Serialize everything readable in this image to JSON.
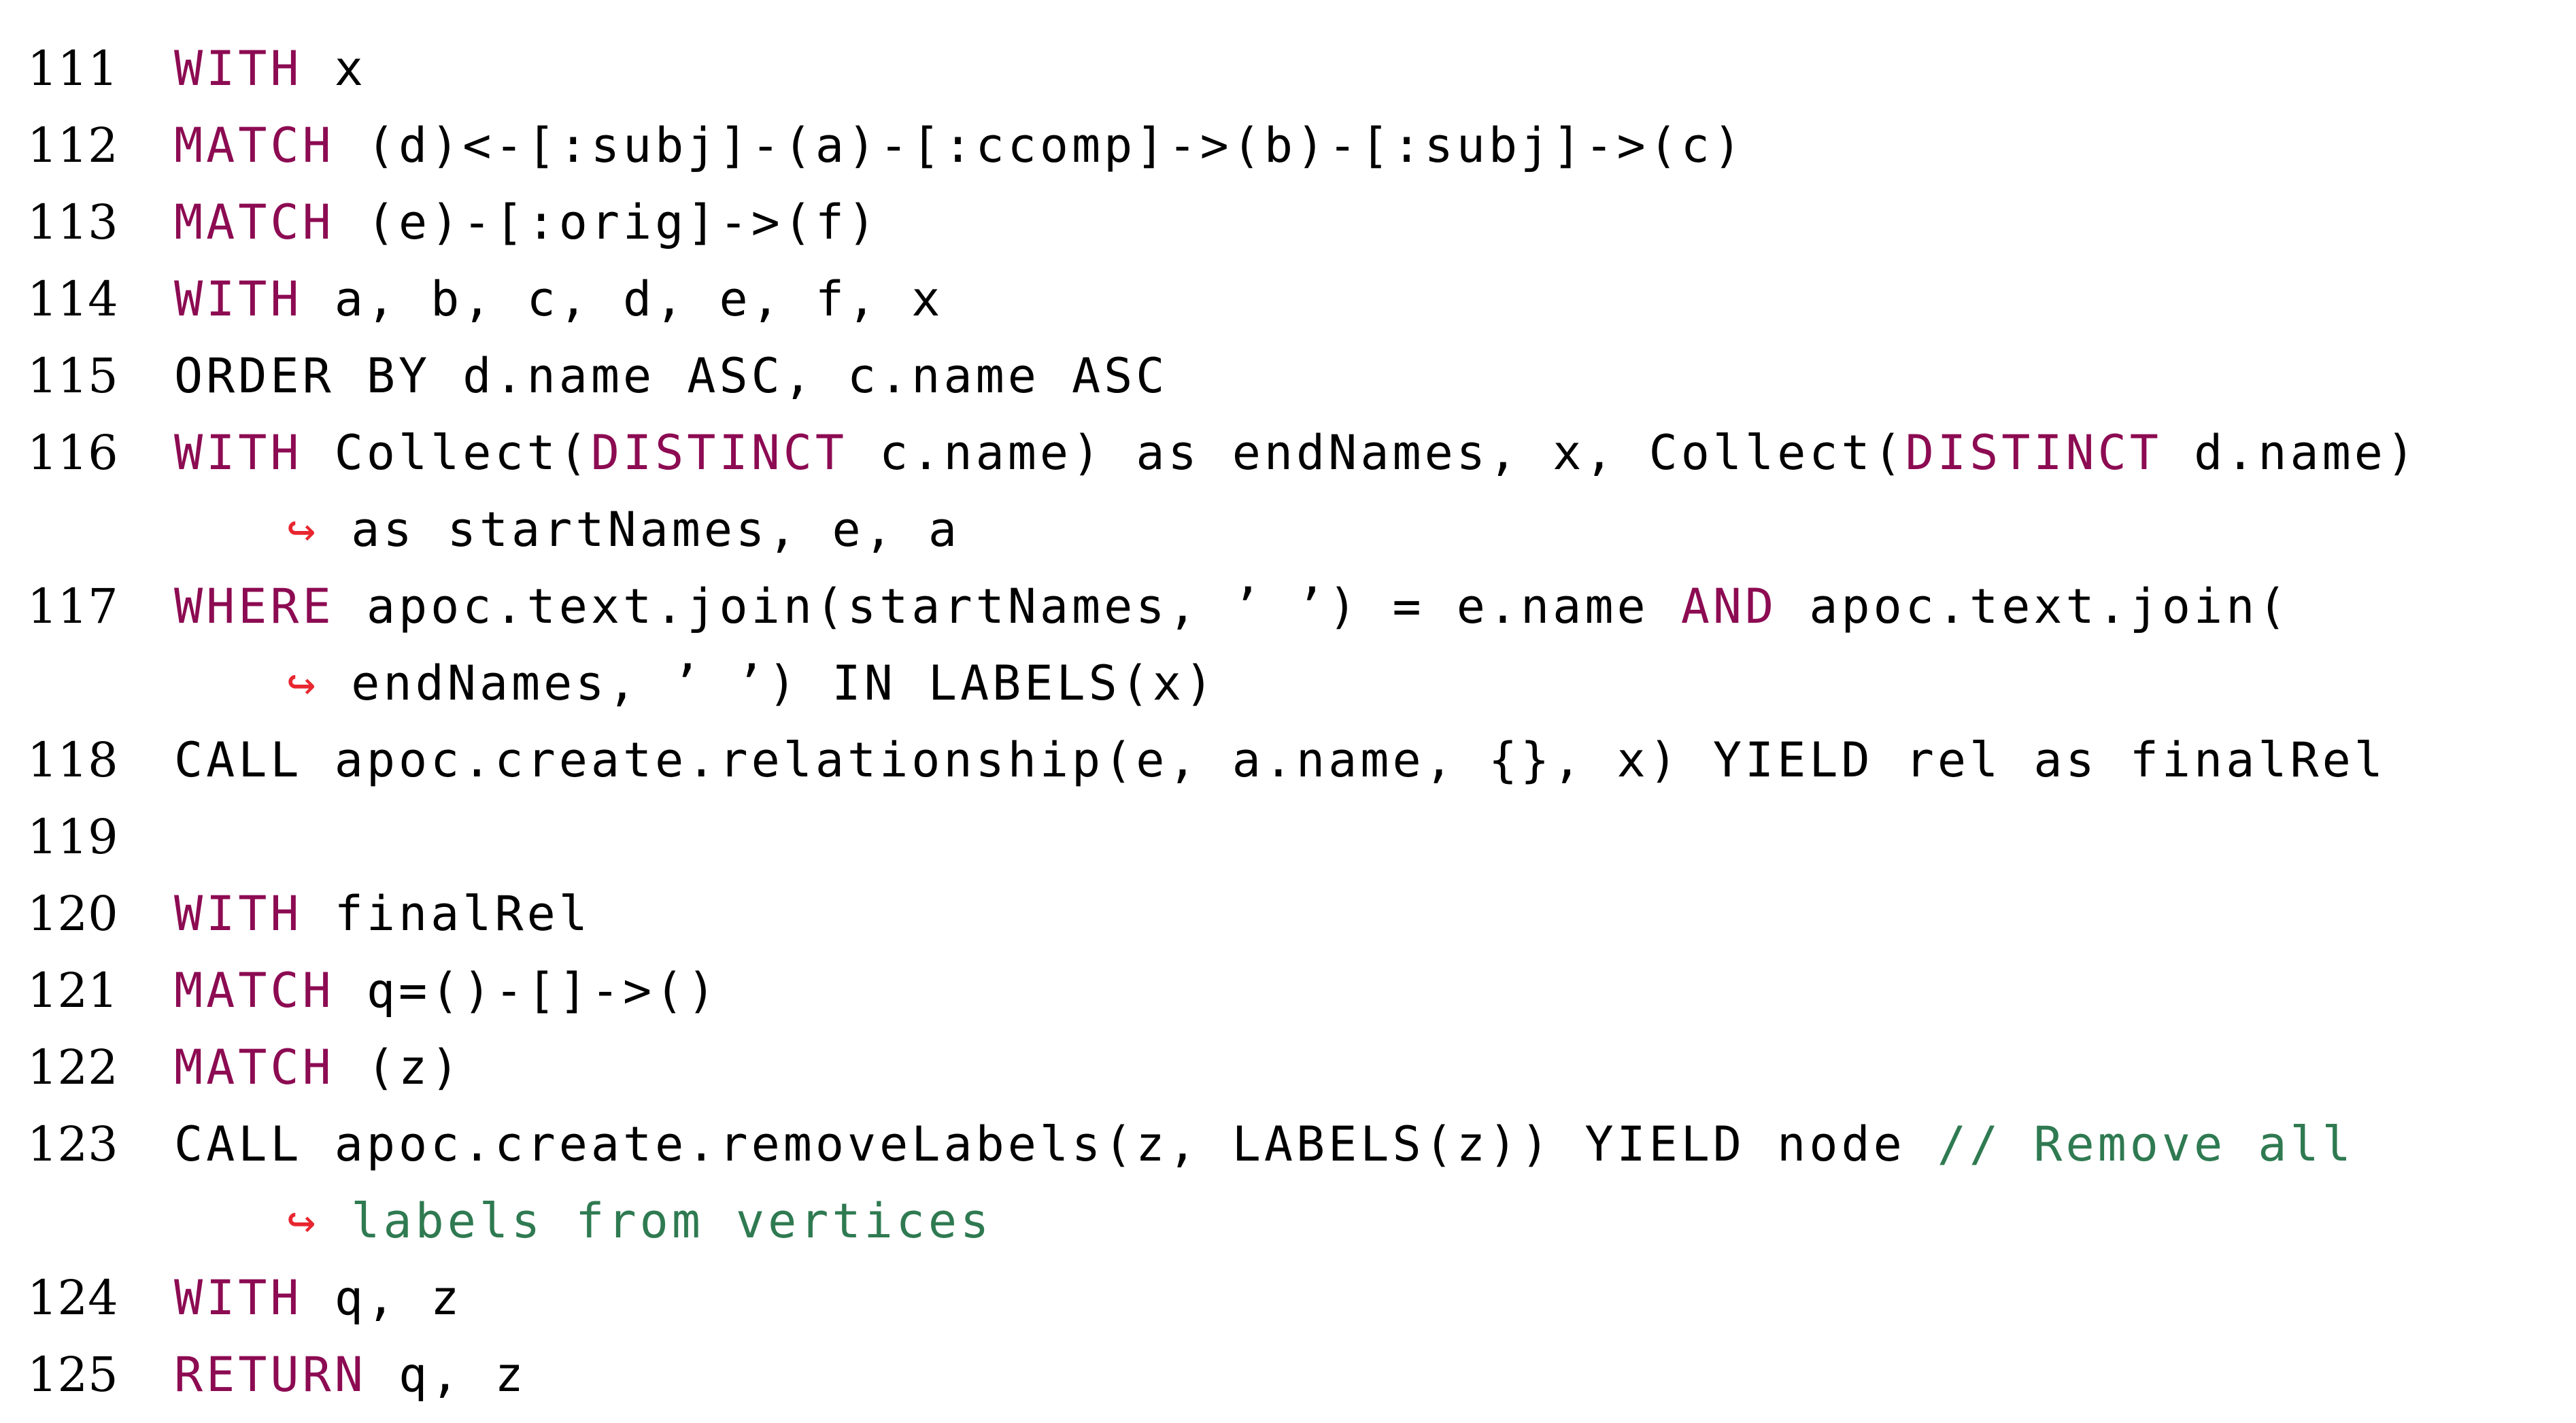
{
  "colors": {
    "keyword": "#8c0b52",
    "comment": "#2f7a51",
    "continuation_arrow": "#e8262f",
    "text": "#000000"
  },
  "continuation_glyph": "↪",
  "lines": [
    {
      "no": "111",
      "segments": [
        {
          "k": "kw",
          "t": "WITH"
        },
        {
          "k": "tx",
          "t": " x"
        }
      ]
    },
    {
      "no": "112",
      "segments": [
        {
          "k": "kw",
          "t": "MATCH"
        },
        {
          "k": "tx",
          "t": " (d)<-[:subj]-(a)-[:ccomp]->(b)-[:subj]->(c)"
        }
      ]
    },
    {
      "no": "113",
      "segments": [
        {
          "k": "kw",
          "t": "MATCH"
        },
        {
          "k": "tx",
          "t": " (e)-[:orig]->(f)"
        }
      ]
    },
    {
      "no": "114",
      "segments": [
        {
          "k": "kw",
          "t": "WITH"
        },
        {
          "k": "tx",
          "t": " a, b, c, d, e, f, x"
        }
      ]
    },
    {
      "no": "115",
      "segments": [
        {
          "k": "tx",
          "t": "ORDER BY d.name ASC, c.name ASC"
        }
      ]
    },
    {
      "no": "116",
      "segments": [
        {
          "k": "kw",
          "t": "WITH"
        },
        {
          "k": "tx",
          "t": " Collect("
        },
        {
          "k": "kw",
          "t": "DISTINCT"
        },
        {
          "k": "tx",
          "t": " c.name) as endNames, x, Collect("
        },
        {
          "k": "kw",
          "t": "DISTINCT"
        },
        {
          "k": "tx",
          "t": " d.name)"
        }
      ]
    },
    {
      "no": "",
      "cont": true,
      "segments": [
        {
          "k": "tx",
          "t": " as startNames, e, a"
        }
      ]
    },
    {
      "no": "117",
      "segments": [
        {
          "k": "kw",
          "t": "WHERE"
        },
        {
          "k": "tx",
          "t": " apoc.text.join(startNames, ’ ’) = e.name "
        },
        {
          "k": "kw",
          "t": "AND"
        },
        {
          "k": "tx",
          "t": " apoc.text.join("
        }
      ]
    },
    {
      "no": "",
      "cont": true,
      "segments": [
        {
          "k": "tx",
          "t": " endNames, ’ ’) IN LABELS(x)"
        }
      ]
    },
    {
      "no": "118",
      "segments": [
        {
          "k": "tx",
          "t": "CALL apoc.create.relationship(e, a.name, {}, x) YIELD rel as finalRel"
        }
      ]
    },
    {
      "no": "119",
      "segments": []
    },
    {
      "no": "120",
      "segments": [
        {
          "k": "kw",
          "t": "WITH"
        },
        {
          "k": "tx",
          "t": " finalRel"
        }
      ]
    },
    {
      "no": "121",
      "segments": [
        {
          "k": "kw",
          "t": "MATCH"
        },
        {
          "k": "tx",
          "t": " q=()-[]->()"
        }
      ]
    },
    {
      "no": "122",
      "segments": [
        {
          "k": "kw",
          "t": "MATCH"
        },
        {
          "k": "tx",
          "t": " (z)"
        }
      ]
    },
    {
      "no": "123",
      "segments": [
        {
          "k": "tx",
          "t": "CALL apoc.create.removeLabels(z, LABELS(z)) YIELD node "
        },
        {
          "k": "cm",
          "t": "// Remove all"
        }
      ]
    },
    {
      "no": "",
      "cont": true,
      "segments": [
        {
          "k": "cm",
          "t": " labels from vertices"
        }
      ]
    },
    {
      "no": "124",
      "segments": [
        {
          "k": "kw",
          "t": "WITH"
        },
        {
          "k": "tx",
          "t": " q, z"
        }
      ]
    },
    {
      "no": "125",
      "segments": [
        {
          "k": "kw",
          "t": "RETURN"
        },
        {
          "k": "tx",
          "t": " q, z"
        }
      ]
    }
  ]
}
